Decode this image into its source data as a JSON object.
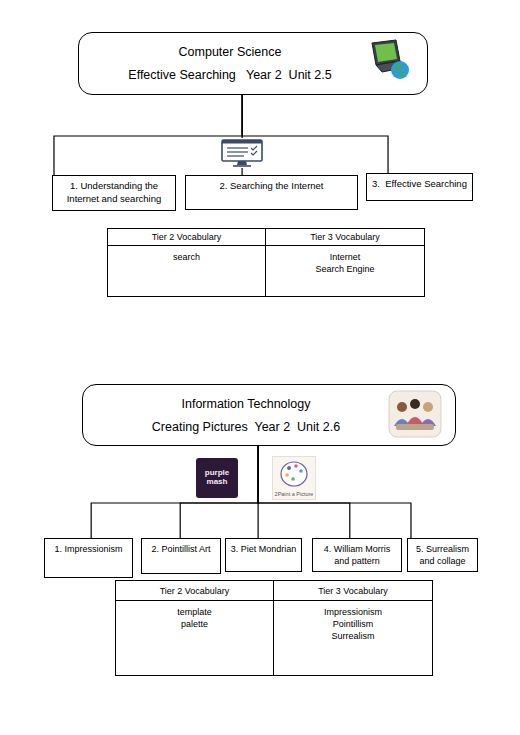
{
  "diagram": {
    "nodes": [
      {
        "text": [
          "Computer Science",
          "Effective Searching   Year 2  Unit 2.5"
        ]
      },
      {
        "text": [
          "1. Understanding the Internet and searching"
        ]
      },
      {
        "text": [
          "2. Searching the Internet"
        ]
      },
      {
        "text": [
          "3.  Effective Searching"
        ]
      },
      {
        "text": [
          "Information Technology",
          "Creating Pictures  Year 2  Unit 2.6"
        ]
      },
      {
        "text": [
          "1. Impressionism"
        ]
      },
      {
        "text": [
          "2. Pointillist Art"
        ]
      },
      {
        "text": [
          "3. Piet Mondrian"
        ]
      },
      {
        "text": [
          "4. William Morris and pattern"
        ]
      },
      {
        "text": [
          "5. Surrealism and collage"
        ]
      }
    ],
    "edges": [
      {
        "from": 0,
        "to": 1,
        "arrow": "none"
      },
      {
        "from": 0,
        "to": 2,
        "arrow": "none"
      },
      {
        "from": 0,
        "to": 3,
        "arrow": "none"
      },
      {
        "from": 4,
        "to": 5,
        "arrow": "none"
      },
      {
        "from": 4,
        "to": 6,
        "arrow": "none"
      },
      {
        "from": 4,
        "to": 7,
        "arrow": "none"
      },
      {
        "from": 4,
        "to": 8,
        "arrow": "none"
      },
      {
        "from": 4,
        "to": 9,
        "arrow": "none"
      }
    ],
    "labels": [
      "Tier 2 Vocabulary",
      "Tier 3 Vocabulary",
      "search",
      "Internet",
      "Search Engine",
      "purple mash",
      "2Paint a Picture",
      "Tier 2 Vocabulary",
      "Tier 3 Vocabulary",
      "template",
      "palette",
      "Impressionism",
      "Pointillism",
      "Surrealism"
    ]
  }
}
